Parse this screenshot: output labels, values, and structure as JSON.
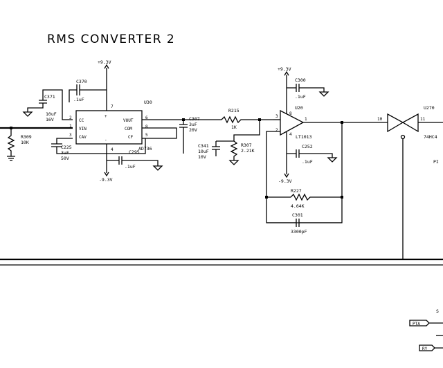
{
  "title": "RMS CONVERTER 2",
  "rails": {
    "pos": "+9.3V",
    "neg": "-9.3V",
    "pos_opamp": "+9.3V",
    "neg_opamp": "-9.3V"
  },
  "u30": {
    "ref": "U30",
    "part": "AD736",
    "pins": {
      "cc": "CC",
      "vin": "VIN",
      "cav": "CAV",
      "vout": "VOUT",
      "com": "COM",
      "cf": "CF",
      "vplus": "+",
      "vminus": "-"
    },
    "pin_numbers": [
      "2",
      "1",
      "3",
      "4",
      "5",
      "6",
      "7",
      "8"
    ]
  },
  "components": {
    "c370": {
      "ref": "C370",
      "value": ".1uF"
    },
    "c371": {
      "ref": "C371",
      "value": "10uF",
      "voltage": "16V"
    },
    "r309": {
      "ref": "R309",
      "value": "10K"
    },
    "c225": {
      "ref": "C225",
      "value": "3uF",
      "voltage": "50V"
    },
    "c295": {
      "ref": "C295",
      "value": ".1uF"
    },
    "c307": {
      "ref": "C307",
      "value": "3uF",
      "voltage": "20V"
    },
    "r215": {
      "ref": "R215",
      "value": "1K"
    },
    "c341": {
      "ref": "C341",
      "value": "10uF",
      "voltage": "10V"
    },
    "r307": {
      "ref": "R307",
      "value": "2.21K"
    },
    "c300": {
      "ref": "C300",
      "value": ".1uF"
    },
    "c252": {
      "ref": "C252",
      "value": ".1uF"
    },
    "r227": {
      "ref": "R227",
      "value": "4.64K"
    },
    "c301": {
      "ref": "C301",
      "value": "3300pF"
    }
  },
  "u20": {
    "ref": "U20",
    "part": "LT1013",
    "pin_numbers": [
      "3",
      "2",
      "1",
      "8",
      "4"
    ]
  },
  "u270": {
    "ref": "U270",
    "part_partial": "74HC4",
    "pin_numbers": [
      "10",
      "11"
    ]
  },
  "right_edge": {
    "partial_label": "PI",
    "tag1": "PTA",
    "tag2": "RY",
    "partial_s": "S"
  }
}
